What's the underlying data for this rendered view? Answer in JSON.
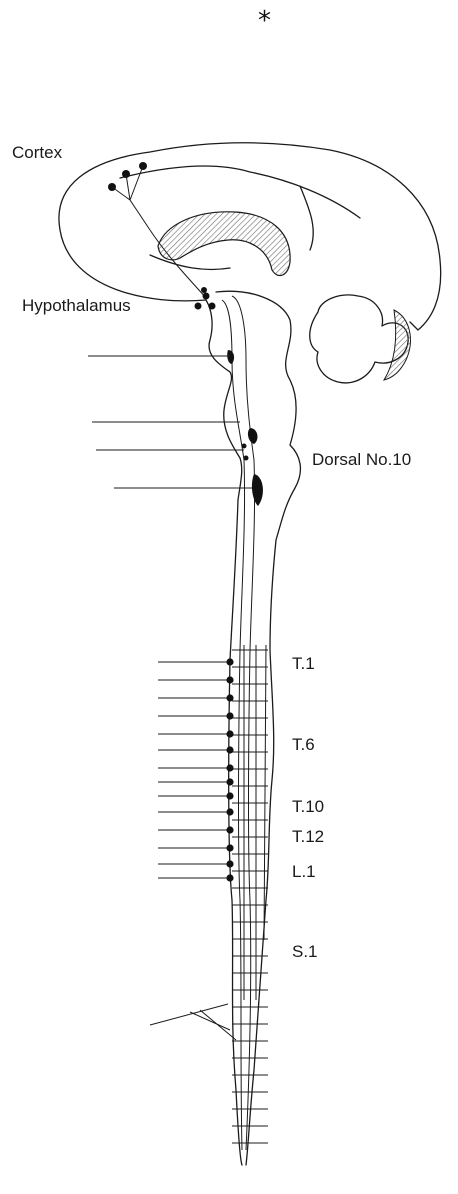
{
  "marker": "*",
  "labels": {
    "cortex": "Cortex",
    "hypothalamus": "Hypothalamus",
    "dorsal": "Dorsal No.10",
    "t1": "T.1",
    "t6": "T.6",
    "t10": "T.10",
    "t12": "T.12",
    "l1": "L.1",
    "s1": "S.1"
  },
  "colors": {
    "ink": "#1b1b1b",
    "hatch": "#6e6e6e"
  }
}
